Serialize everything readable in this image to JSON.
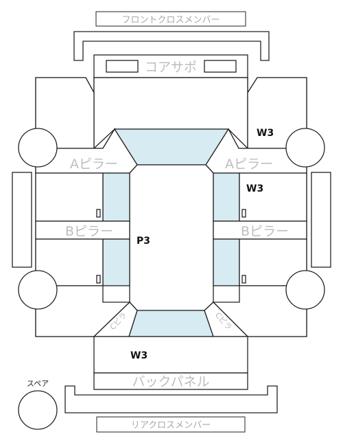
{
  "labels": {
    "front_cross_member": "フロントクロスメンバー",
    "core_support": "コアサポ",
    "a_pillar_left": "Aピラー",
    "a_pillar_right": "Aピラー",
    "b_pillar_left": "Bピラー",
    "b_pillar_right": "Bピラー",
    "back_panel": "バックパネル",
    "rear_cross_member": "リアクロスメンバー",
    "spare": "スペア",
    "rear_left_pillar": "Cピラ",
    "rear_right_pillar": "Cピラ"
  },
  "codes": {
    "front_glass": "W3",
    "front_door_glass_right": "W3",
    "roof": "P3",
    "rear_glass": "W3"
  },
  "colors": {
    "glass": "#d6ebf2",
    "line": "#222222",
    "label_text": "#a8a8a8"
  }
}
